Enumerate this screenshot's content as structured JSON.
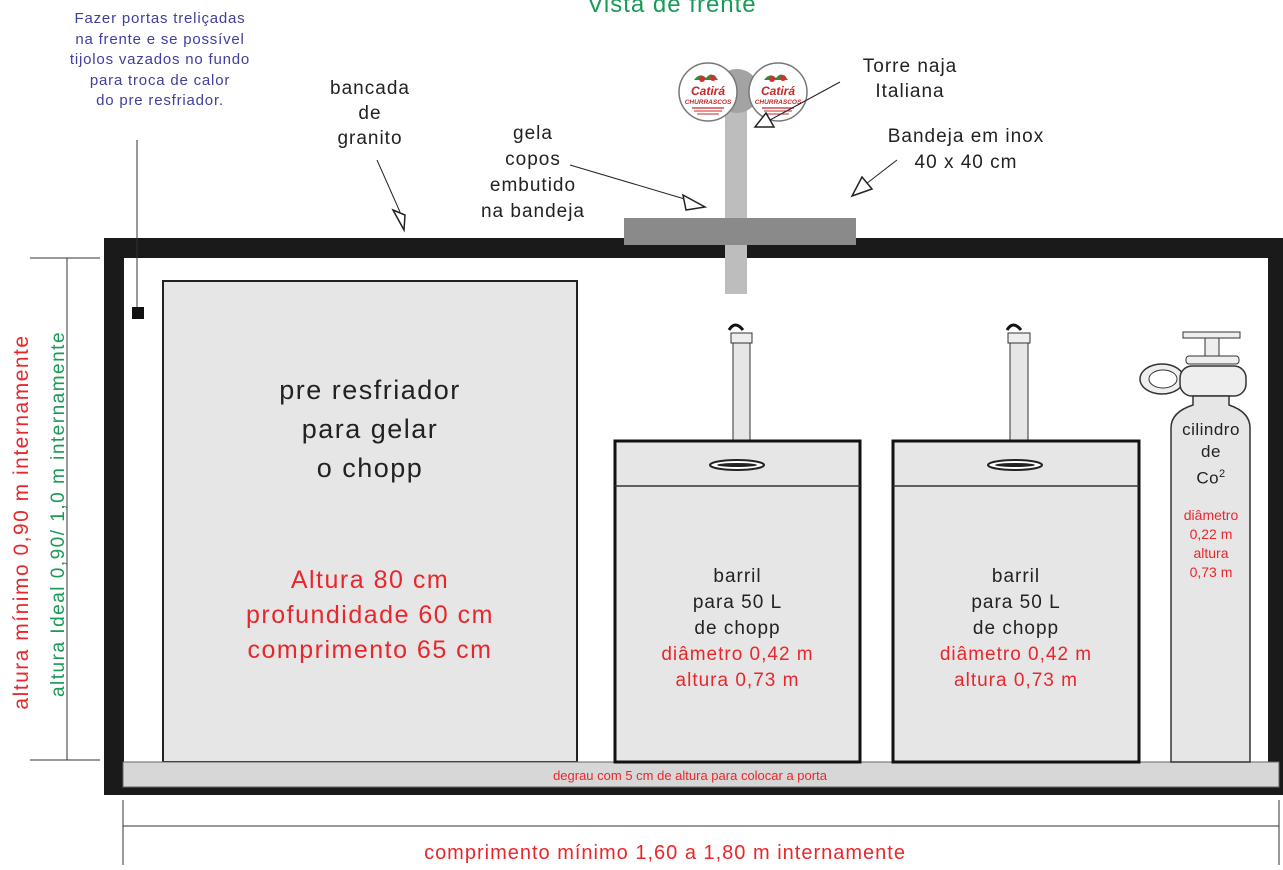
{
  "title": "Vista de frente",
  "note_lines": [
    "Fazer portas treliçadas",
    "na frente e se possível",
    "tijolos vazados no fundo",
    "para troca de calor",
    "do pre resfriador."
  ],
  "bancada_lines": [
    "bancada",
    "de",
    "granito"
  ],
  "gela_lines": [
    "gela",
    "copos",
    "embutido",
    "na bandeja"
  ],
  "torre_lines": [
    "Torre naja",
    "Italiana"
  ],
  "bandeja_lines": [
    "Bandeja em inox",
    "40 x 40 cm"
  ],
  "logo": {
    "brand": "Catirá",
    "subtitle": "CHURRASCOS"
  },
  "pre_resfriador": {
    "name_lines": [
      "pre resfriador",
      "para gelar",
      "o chopp"
    ],
    "dim_lines": [
      "Altura 80 cm",
      "profundidade 60 cm",
      "comprimento 65 cm"
    ]
  },
  "barrils": [
    {
      "name_lines": [
        "barril",
        "para 50 L",
        "de chopp"
      ],
      "dim_lines": [
        "diâmetro 0,42 m",
        "altura 0,73 m"
      ]
    },
    {
      "name_lines": [
        "barril",
        "para 50 L",
        "de chopp"
      ],
      "dim_lines": [
        "diâmetro 0,42 m",
        "altura 0,73 m"
      ]
    }
  ],
  "cilindro": {
    "name_lines": [
      "cilindro",
      "de"
    ],
    "co2": "Co",
    "co2_sup": "2",
    "dim_lines": [
      "diâmetro",
      "0,22 m",
      "altura",
      "0,73 m"
    ]
  },
  "step_label": "degrau com 5 cm de altura para colocar a porta",
  "height_min": "altura mínimo 0,90 m internamente",
  "height_ideal": "altura Ideal 0,90/ 1,0 m internamente",
  "length_label": "comprimento mínimo 1,60 a 1,80 m internamente",
  "colors": {
    "red": "#e8272c",
    "green": "#1a9a57",
    "blue": "#3f3f9d",
    "frame": "#1a1a1a",
    "panel": "#e6e6e6",
    "tray": "#8a8a8a",
    "pipe": "#bdbdbd"
  }
}
